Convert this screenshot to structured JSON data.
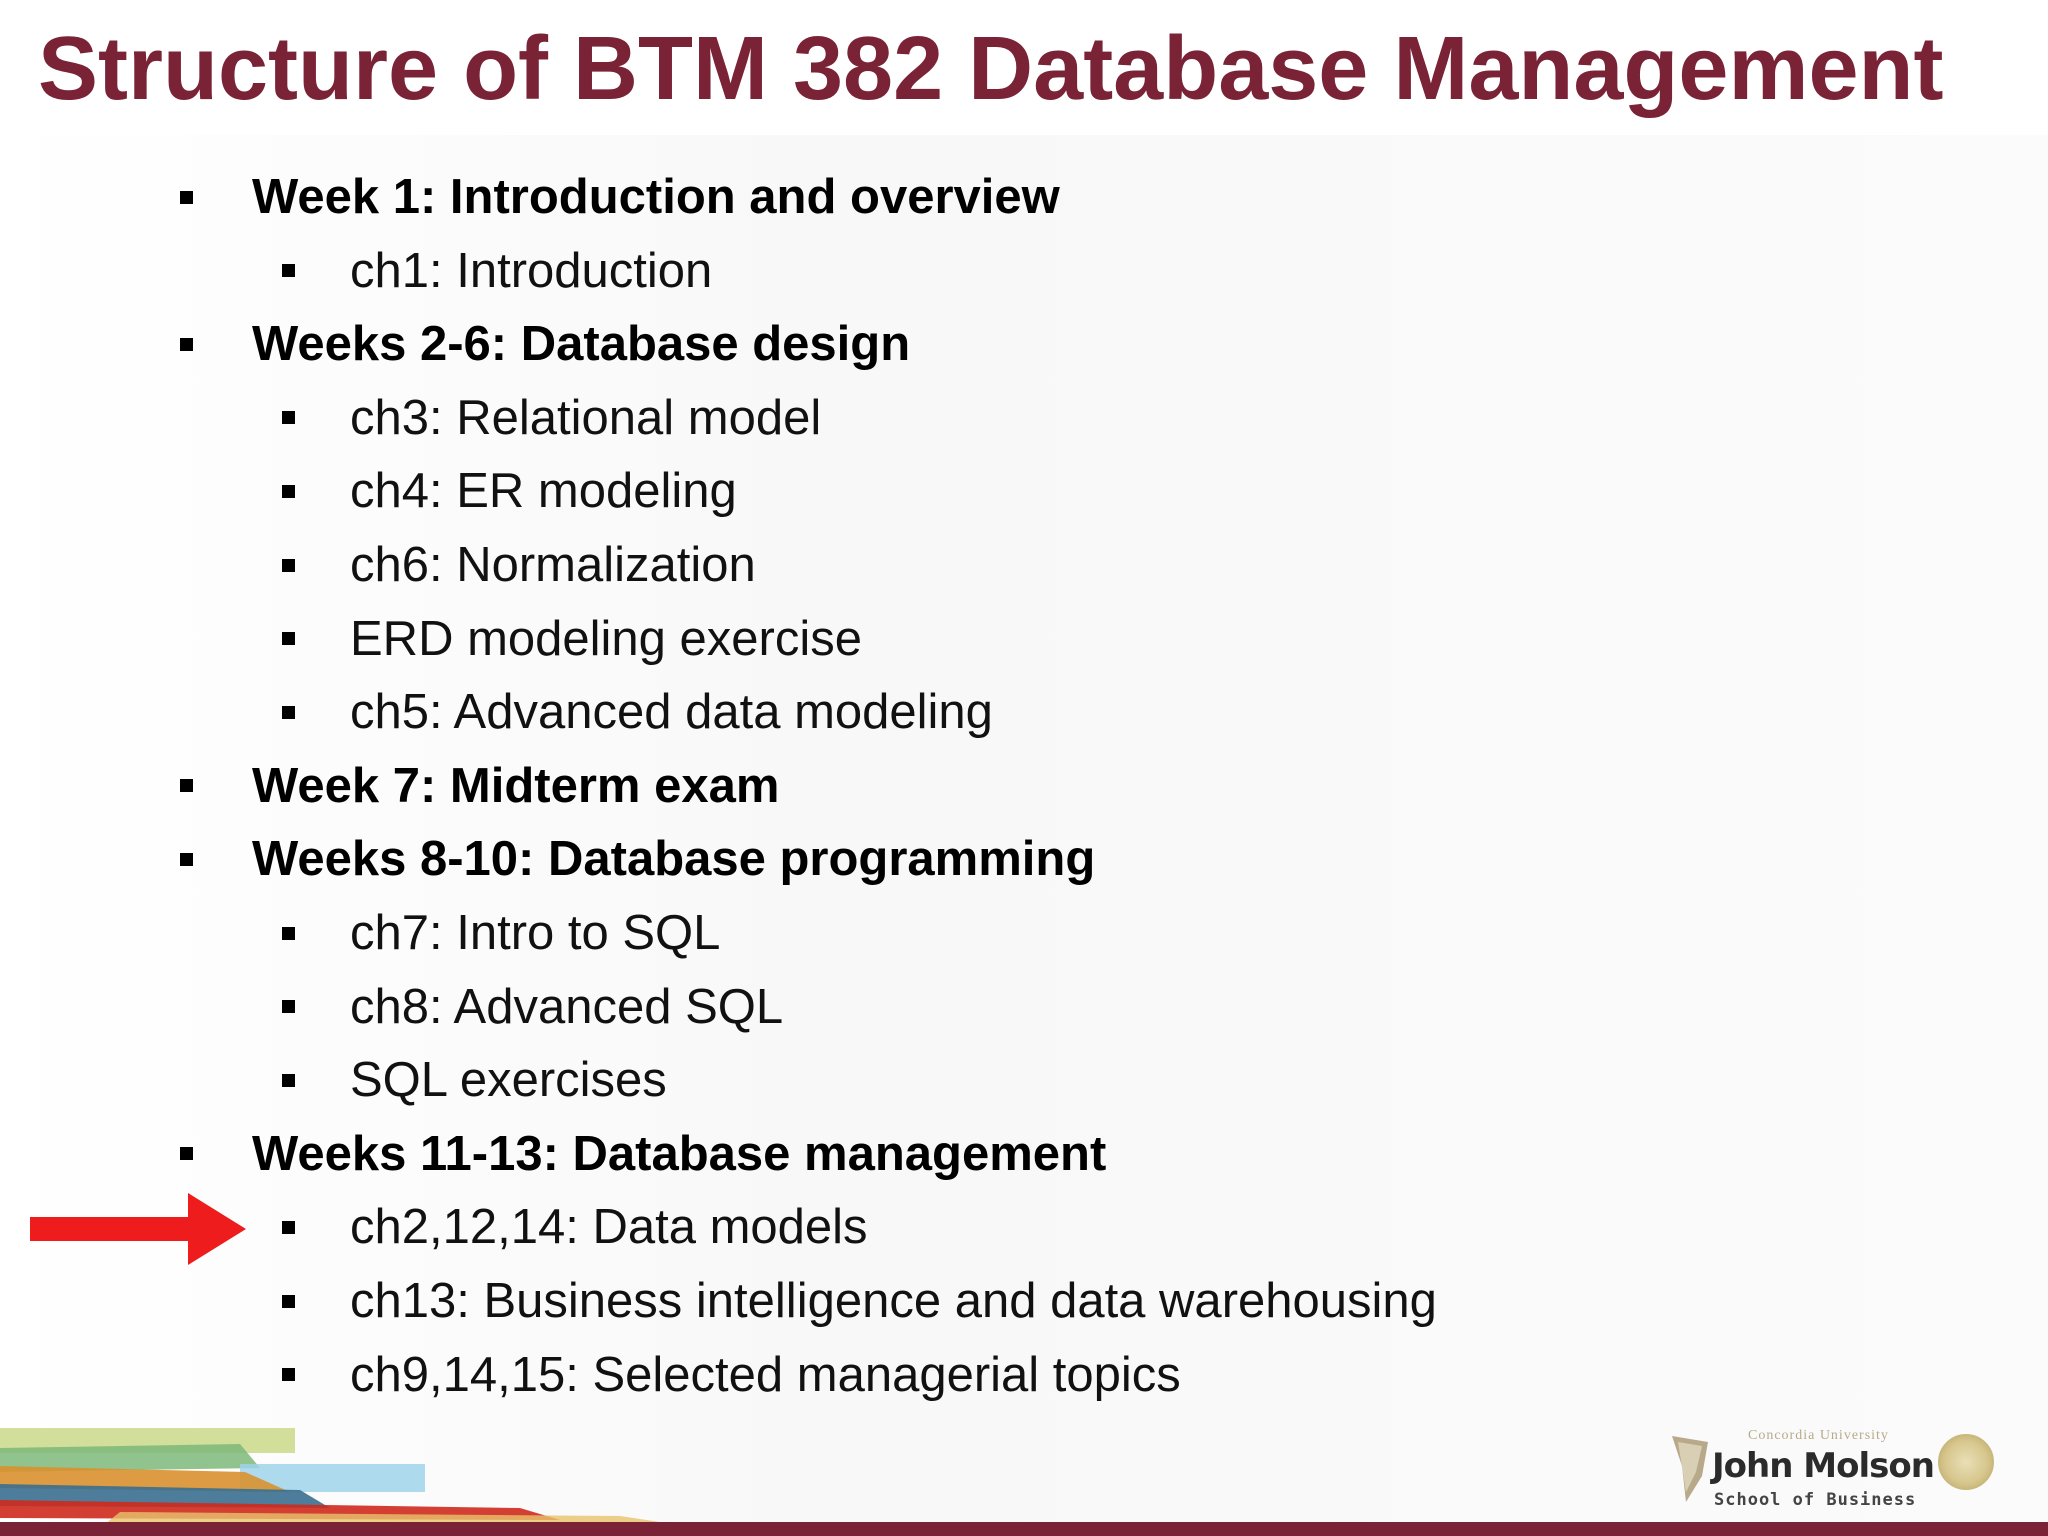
{
  "slide": {
    "title": "Structure of BTM 382 Database Management",
    "outline": [
      {
        "level": 1,
        "text": "Week 1: Introduction and overview"
      },
      {
        "level": 2,
        "text": "ch1: Introduction"
      },
      {
        "level": 1,
        "text": "Weeks 2-6: Database design"
      },
      {
        "level": 2,
        "text": "ch3: Relational model"
      },
      {
        "level": 2,
        "text": "ch4: ER modeling"
      },
      {
        "level": 2,
        "text": "ch6: Normalization"
      },
      {
        "level": 2,
        "text": "ERD modeling exercise"
      },
      {
        "level": 2,
        "text": "ch5: Advanced data modeling"
      },
      {
        "level": 1,
        "text": "Week 7: Midterm exam"
      },
      {
        "level": 1,
        "text": "Weeks 8-10: Database programming"
      },
      {
        "level": 2,
        "text": "ch7: Intro to SQL"
      },
      {
        "level": 2,
        "text": "ch8: Advanced SQL"
      },
      {
        "level": 2,
        "text": "SQL exercises"
      },
      {
        "level": 1,
        "text": "Weeks 11-13: Database management"
      },
      {
        "level": 2,
        "text": "ch2,12,14: Data models",
        "highlighted": true
      },
      {
        "level": 2,
        "text": "ch13: Business intelligence and data warehousing"
      },
      {
        "level": 2,
        "text": "ch9,14,15: Selected managerial topics"
      }
    ]
  },
  "logo": {
    "university": "Concordia University",
    "name": "John Molson",
    "school": "School of Business"
  },
  "colors": {
    "title": "#7a2337",
    "arrow": "#ee1c1c",
    "footer_bar": "#7a2337"
  }
}
